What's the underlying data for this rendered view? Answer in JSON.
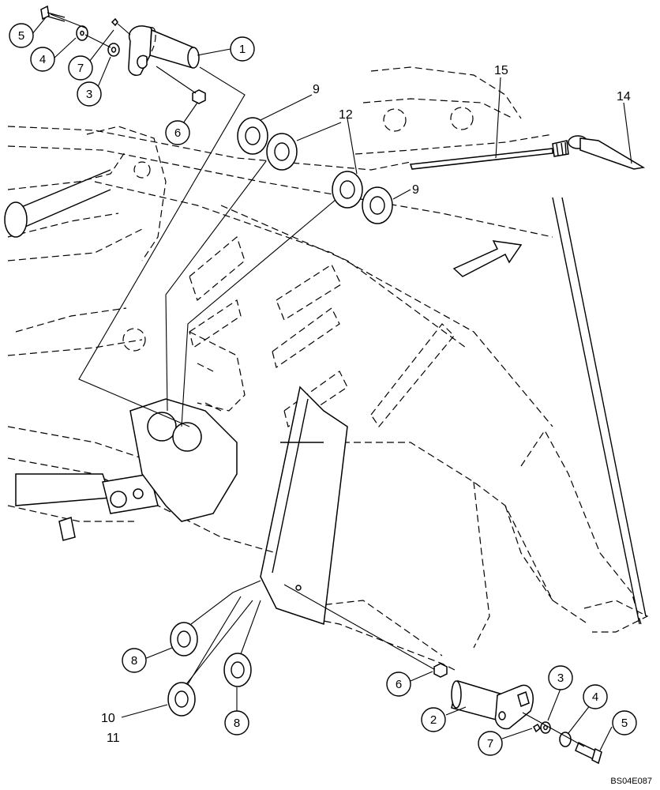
{
  "diagram": {
    "reference_code": "BS04E087",
    "callouts": {
      "c1": "1",
      "c2": "2",
      "c3_top": "3",
      "c3_bottom": "3",
      "c4_top": "4",
      "c4_bottom": "4",
      "c5_top": "5",
      "c5_bottom": "5",
      "c6_top": "6",
      "c6_bottom": "6",
      "c7_top": "7",
      "c7_bottom": "7",
      "c8_left": "8",
      "c8_right": "8"
    },
    "labels": {
      "l9_top": "9",
      "l9_right": "9",
      "l10": "10",
      "l11": "11",
      "l12": "12",
      "l14": "14",
      "l15": "15"
    }
  }
}
